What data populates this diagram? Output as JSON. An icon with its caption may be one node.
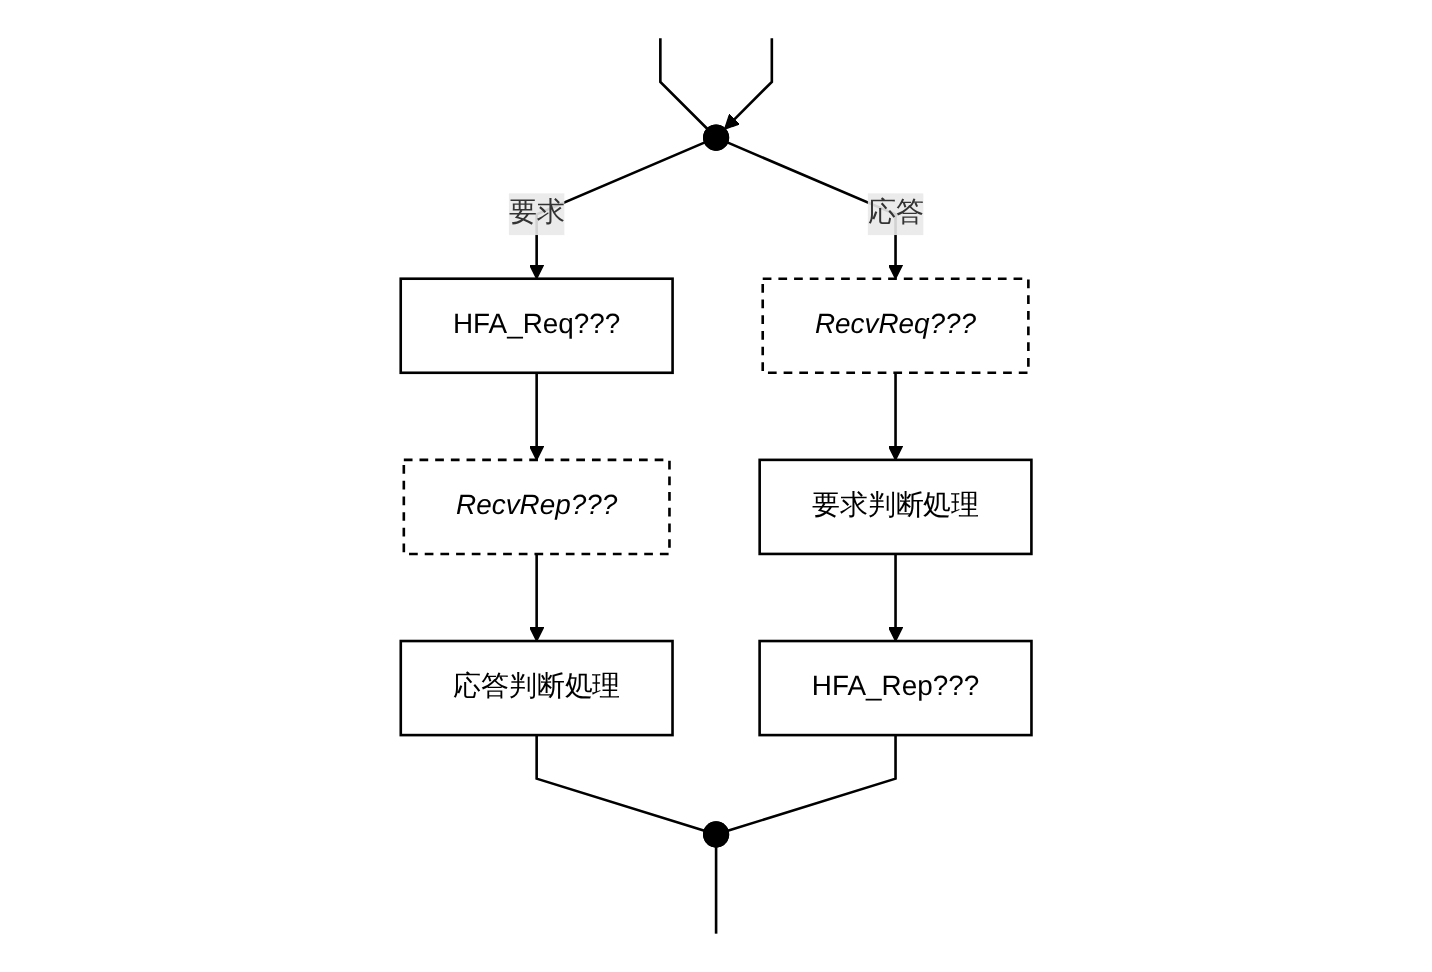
{
  "diagram": {
    "nodes": [
      {
        "text": [],
        "shape": "point"
      },
      {
        "text": [
          "HFA_Req???"
        ]
      },
      {
        "text": [
          "RecvRep???"
        ]
      },
      {
        "text": [
          "応答判断処理"
        ]
      },
      {
        "text": [
          "RecvReq???"
        ]
      },
      {
        "text": [
          "要求判断処理"
        ]
      },
      {
        "text": [
          "HFA_Rep???"
        ]
      },
      {
        "text": [],
        "shape": "point"
      }
    ],
    "edges": [
      {
        "from": null,
        "to": 0,
        "arrow": "none"
      },
      {
        "from": null,
        "to": 0,
        "arrow": "to"
      },
      {
        "from": 0,
        "to": 1,
        "arrow": "to",
        "label": "要求"
      },
      {
        "from": 0,
        "to": 4,
        "arrow": "to",
        "label": "応答"
      },
      {
        "from": 1,
        "to": 2,
        "arrow": "to"
      },
      {
        "from": 2,
        "to": 3,
        "arrow": "to"
      },
      {
        "from": 4,
        "to": 5,
        "arrow": "to"
      },
      {
        "from": 5,
        "to": 6,
        "arrow": "to"
      },
      {
        "from": 3,
        "to": 7,
        "arrow": "none"
      },
      {
        "from": 6,
        "to": 7,
        "arrow": "none"
      },
      {
        "from": 7,
        "to": null,
        "arrow": "none"
      }
    ]
  }
}
